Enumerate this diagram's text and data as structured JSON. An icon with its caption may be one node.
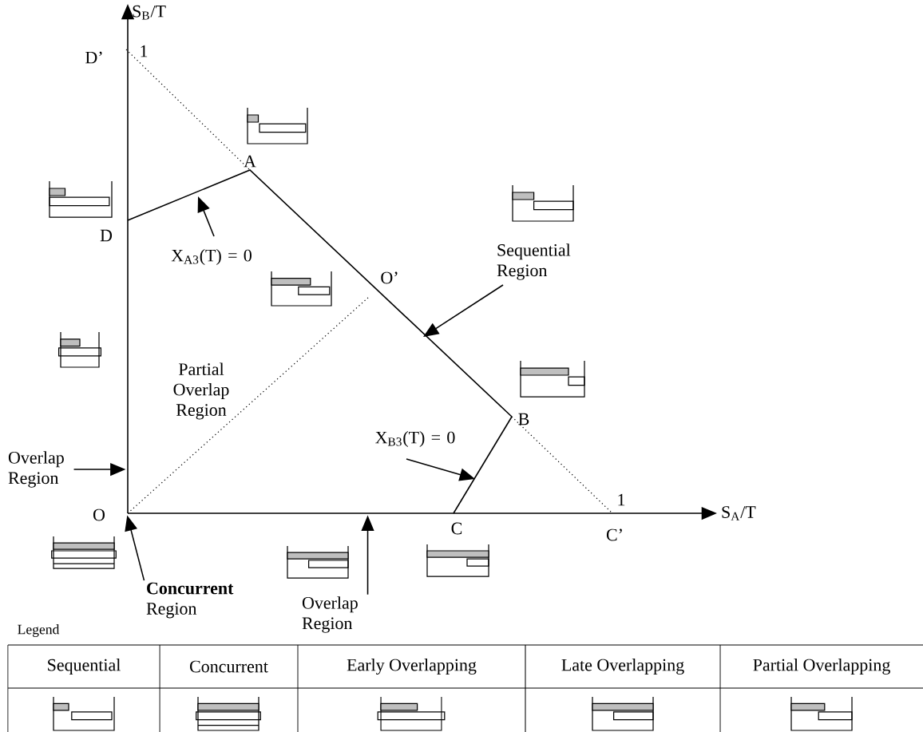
{
  "diagram": {
    "nodes": [
      {
        "text": [
          "X$_{A3}$(T) = 0"
        ]
      },
      {
        "text": [
          "Sequential Region"
        ]
      },
      {
        "text": [
          "X$_{B3}$(T) = 0"
        ]
      },
      {
        "text": [
          "Overlap Region"
        ]
      },
      {
        "text": [
          "**Concurrent** Region"
        ]
      },
      {
        "text": [
          "Overlap Region"
        ]
      },
      {
        "text": [
          "S$_{B}$/T"
        ]
      },
      {
        "text": [
          "S$_{A}$/T"
        ]
      }
    ],
    "edges": [
      {
        "from": 0,
        "to": null,
        "arrow": "to"
      },
      {
        "from": 1,
        "to": null,
        "arrow": "to"
      },
      {
        "from": 2,
        "to": null,
        "arrow": "to"
      },
      {
        "from": 3,
        "to": 6,
        "arrow": "to"
      },
      {
        "from": 4,
        "to": 7,
        "arrow": "to"
      },
      {
        "from": 5,
        "to": 7,
        "arrow": "to"
      }
    ],
    "labels": [
      "D’",
      "1",
      "A",
      "D",
      "O’",
      "Partial Overlap Region",
      "B",
      "1",
      "O",
      "C",
      "C’",
      "Legend"
    ],
    "legend": [
      {
        "text": "Sequential"
      },
      {
        "text": "Concurrent"
      },
      {
        "text": "Early Overlapping"
      },
      {
        "text": "Late Overlapping"
      },
      {
        "text": "Partial Overlapping"
      }
    ]
  }
}
